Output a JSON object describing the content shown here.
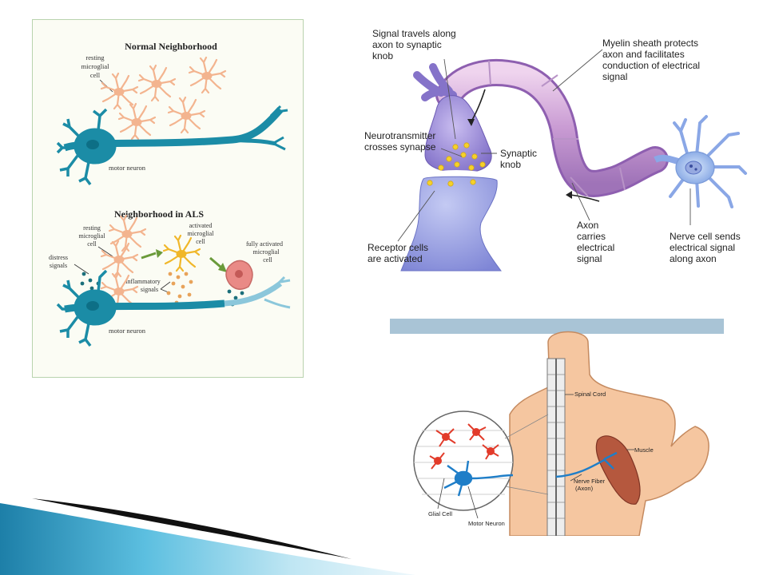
{
  "als_diagram": {
    "normal_title": "Normal Neighborhood",
    "normal_resting_label": [
      "resting",
      "microglial",
      "cell"
    ],
    "normal_motor_label": "motor neuron",
    "als_title": "Neighborhood in ALS",
    "als_resting_label": [
      "resting",
      "microglial",
      "cell"
    ],
    "activated_label": [
      "activated",
      "microglial",
      "cell"
    ],
    "fully_activated_label": [
      "fully activated",
      "microglial",
      "cell"
    ],
    "distress_label": [
      "distress",
      "signals"
    ],
    "inflammatory_label": [
      "inflammatory",
      "signals"
    ],
    "als_motor_label": "motor neuron"
  },
  "synapse_diagram": {
    "signal_travels": [
      "Signal travels along",
      "axon to synaptic",
      "knob"
    ],
    "myelin": [
      "Myelin sheath protects",
      "axon and facilitates",
      "conduction of electrical",
      "signal"
    ],
    "neurotransmitter": [
      "Neurotransmitter",
      "crosses synapse"
    ],
    "synaptic_knob": [
      "Synaptic",
      "knob"
    ],
    "receptor": [
      "Receptor cells",
      "are activated"
    ],
    "axon_carries": [
      "Axon",
      "carries",
      "electrical",
      "signal"
    ],
    "nerve_cell": [
      "Nerve cell sends",
      "electrical signal",
      "along axon"
    ]
  },
  "spine_diagram": {
    "spinal_cord": "Spinal Cord",
    "muscle": "Muscle",
    "nerve_fiber": [
      "Nerve Fiber",
      "(Axon)"
    ],
    "glial_cell": "Glial Cell",
    "motor_neuron": "Motor Neuron",
    "banner_color": "#a9c4d6"
  },
  "colors": {
    "microglia_resting": "#f3b48f",
    "microglia_activated": "#f0b72a",
    "microglia_full": "#e98a86",
    "neuron": "#1b8ca6",
    "synapse_purple": "#8d7bc9",
    "skin": "#f5c6a0"
  }
}
